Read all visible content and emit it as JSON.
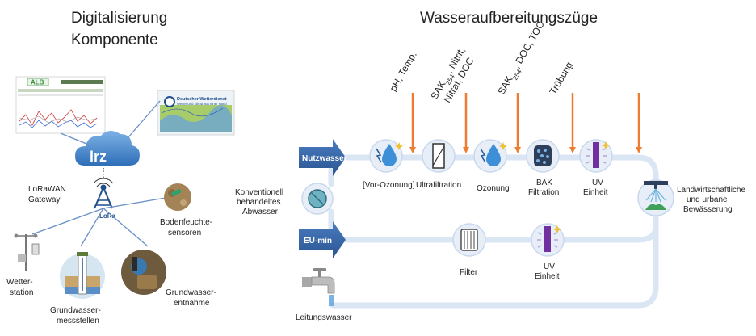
{
  "left": {
    "title_line1": "Digitalisierung",
    "title_line2": "Komponente",
    "lrz_label": "lrz",
    "lora_label": "LoRa",
    "gateway_line1": "LoRaWAN",
    "gateway_line2": "Gateway",
    "soil_line1": "Bodenfeuchte-",
    "soil_line2": "sensoren",
    "weather_line1": "Wetter-",
    "weather_line2": "station",
    "gw_wells_line1": "Grundwasser-",
    "gw_wells_line2": "messstellen",
    "gw_extract_line1": "Grundwasser-",
    "gw_extract_line2": "entnahme",
    "alb_logo": "ALB",
    "dwd_line1": "Deutscher Wetterdienst",
    "dwd_line2": "Wetter und Klima aus einer Hand"
  },
  "right": {
    "title": "Wasseraufbereitungszüge",
    "sensors": [
      {
        "text": "pH, Temp."
      },
      {
        "text_a": "SAK",
        "sub": "254",
        "text_b": ", Nitrit,",
        "line2": "Nitrat, DOC"
      },
      {
        "text_a": "SAK",
        "sub": "254",
        "text_b": ", DOC, TOC"
      },
      {
        "text": "Trübung"
      }
    ],
    "nutzwasser": "Nutzwasser",
    "eumin": "EU-min",
    "source_line1": "Konventionell",
    "source_line2": "behandeltes",
    "source_line3": "Abwasser",
    "steps": {
      "vorozonung": "[Vor-Ozonung]",
      "ultrafiltration": "Ultrafiltration",
      "ozonung": "Ozonung",
      "bak_line1": "BAK",
      "bak_line2": "Filtration",
      "uv1_line1": "UV",
      "uv1_line2": "Einheit",
      "filter": "Filter",
      "uv2_line1": "UV",
      "uv2_line2": "Einheit"
    },
    "use_line1": "Landwirtschaftliche",
    "use_line2": "und urbane",
    "use_line3": "Bewässerung",
    "tap": "Leitungswasser"
  },
  "colors": {
    "arrow_blue": "#2e5c9a",
    "sensor_orange": "#ed7d31",
    "pipe": "#dbe6f4",
    "node": "#e7eef8",
    "uv_purple": "#7030a0"
  }
}
